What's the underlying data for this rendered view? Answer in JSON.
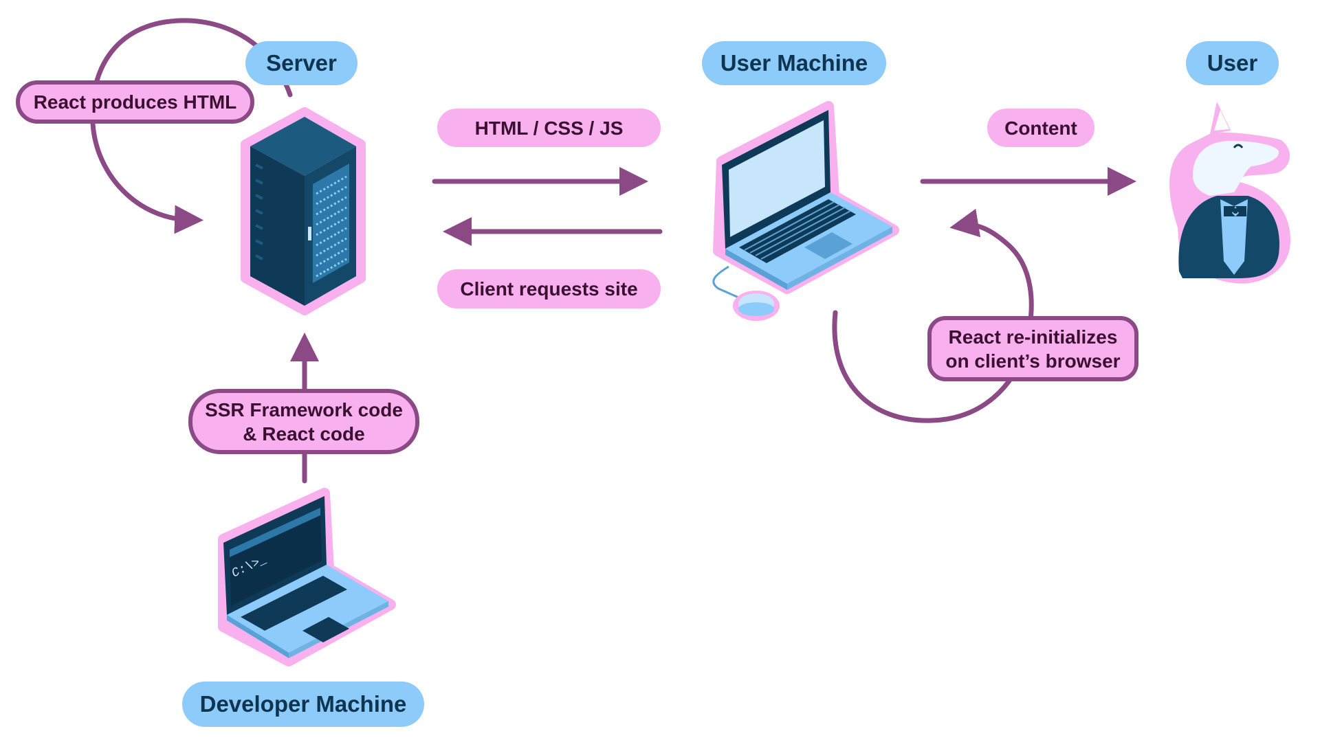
{
  "nodes": {
    "server": "Server",
    "user_machine": "User Machine",
    "user": "User",
    "developer_machine": "Developer Machine"
  },
  "edges": {
    "react_produces_html": "React produces HTML",
    "html_css_js": "HTML / CSS / JS",
    "client_requests_site": "Client requests site",
    "content": "Content",
    "react_reinit_line1": "React re-initializes",
    "react_reinit_line2": "on client’s browser",
    "ssr_line1": "SSR Framework code",
    "ssr_line2": "& React code"
  },
  "terminal_prompt": "C:\\>_",
  "colors": {
    "arrow": "#8b4a86",
    "node_label_bg": "#8ccbfa",
    "edge_label_bg": "#f9b0ef",
    "device_dark": "#0f3a57",
    "device_light": "#8ccbfa",
    "glow": "#f9b0ef"
  },
  "icons": [
    "server-rack-icon",
    "user-laptop-icon",
    "mouse-icon",
    "developer-laptop-icon",
    "unicorn-user-icon"
  ]
}
